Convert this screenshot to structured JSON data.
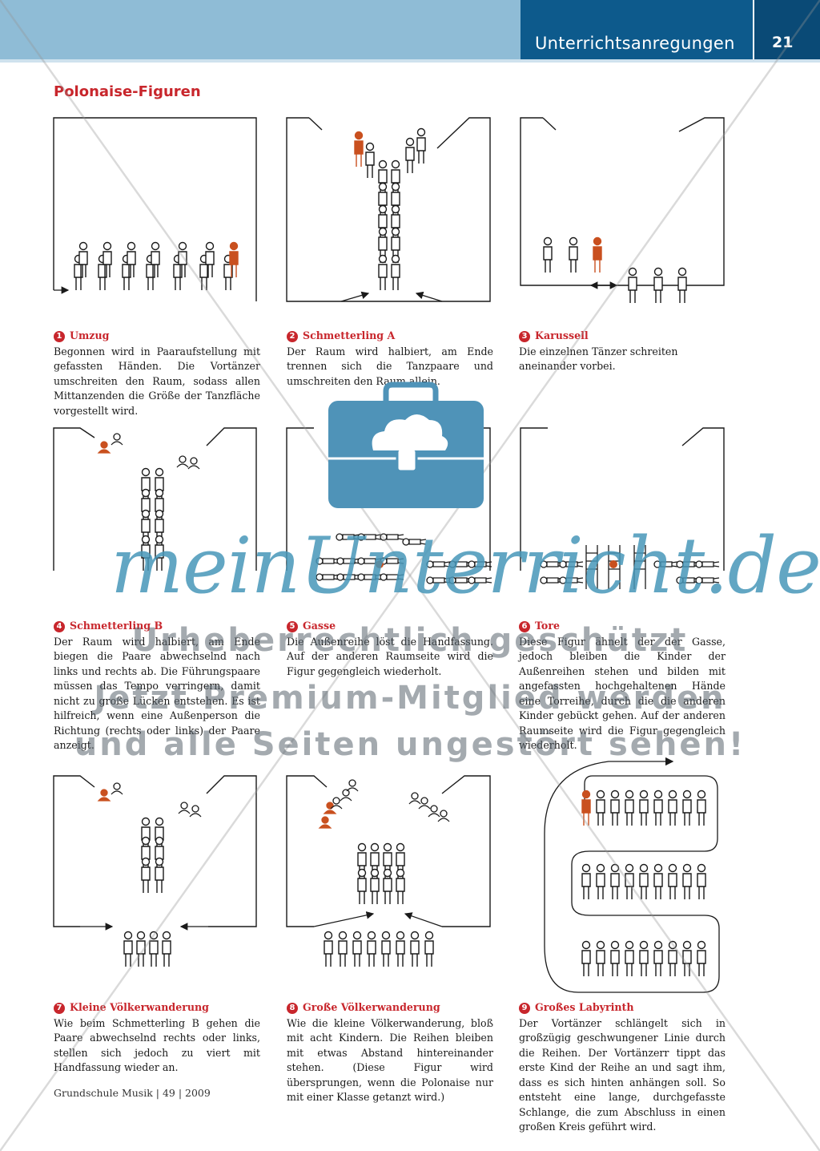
{
  "header": {
    "section": "Unterrichtsanregungen",
    "page_number": "21"
  },
  "page_title": "Polonaise-Figuren",
  "figures": [
    {
      "num": "1",
      "title": "Umzug",
      "text": "Begonnen wird in Paaraufstellung mit gefassten Händen. Die Vortänzer umschreiten den Raum, sodass allen Mittanzenden die Größe der Tanzfläche vorgestellt wird."
    },
    {
      "num": "2",
      "title": "Schmetterling A",
      "text": "Der Raum wird halbiert, am Ende trennen sich die Tanzpaare und umschreiten den Raum allein."
    },
    {
      "num": "3",
      "title": "Karussell",
      "text": "Die einzelnen Tänzer schreiten aneinander vorbei."
    },
    {
      "num": "4",
      "title": "Schmetterling B",
      "text": "Der Raum wird halbiert, am Ende biegen die Paare abwechselnd nach links und rechts ab. Die Führungspaare müssen das Tempo verringern, damit nicht zu große Lücken entstehen. Es ist hilfreich, wenn eine Außenperson die Richtung (rechts oder links) der Paare anzeigt."
    },
    {
      "num": "5",
      "title": "Gasse",
      "text": "Die Außenreihe löst die Handfassung. Auf der anderen Raumseite wird die Figur gegengleich wiederholt."
    },
    {
      "num": "6",
      "title": "Tore",
      "text": "Diese Figur ähnelt der der Gasse, jedoch bleiben die Kinder der Außenreihen stehen und bilden mit angefassten hochgehaltenen Hände eine Torreihe, durch die die anderen Kinder gebückt gehen. Auf der anderen Raumseite wird die Figur gegengleich wiederholt."
    },
    {
      "num": "7",
      "title": "Kleine Völkerwanderung",
      "text": "Wie beim Schmetterling B gehen die Paare abwechselnd rechts oder links, stellen sich jedoch zu viert mit Handfassung wieder an."
    },
    {
      "num": "8",
      "title": "Große Völkerwanderung",
      "text": "Wie die kleine Völkerwanderung, bloß mit acht Kindern. Die Reihen bleiben mit etwas Abstand hintereinander stehen. (Diese Figur wird übersprungen, wenn die Polonaise nur mit einer Klasse getanzt wird.)"
    },
    {
      "num": "9",
      "title": "Großes Labyrinth",
      "text": "Der Vortänzer schlängelt sich in großzügig geschwungener Linie durch die Reihen. Der Vortänzerr tippt das erste Kind der Reihe an und sagt ihm, dass es sich hinten anhängen soll. So entsteht eine lange, durchgefasste Schlange, die zum Abschluss in einen großen Kreis geführt wird."
    }
  ],
  "footer": "Grundschule Musik | 49 | 2009",
  "watermark": {
    "brand": "meinUnterricht.de",
    "line1": "Urheberrechtlich geschützt",
    "line2": "Jetzt Premium-Mitglied werden",
    "line3": "und alle Seiten ungestört sehen!"
  },
  "colors": {
    "accent_red": "#c8262c",
    "header_blue": "#0d5a8c",
    "header_light": "#8fbcd6",
    "figure_orange": "#c9501f",
    "watermark_blue": "#4f93b8"
  }
}
